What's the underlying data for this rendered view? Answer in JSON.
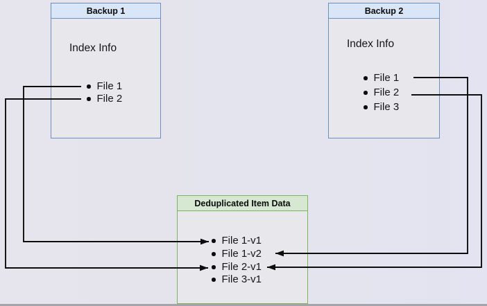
{
  "diagram": {
    "nodes": [
      {
        "title": "Backup 1",
        "section_label": "Index Info",
        "items": [
          "File 1",
          "File 2"
        ],
        "header_fill": "#d9e6f8",
        "border_color": "#6e8ebe"
      },
      {
        "title": "Backup 2",
        "section_label": "Index Info",
        "items": [
          "File 1",
          "File 2",
          "File 3"
        ],
        "header_fill": "#d9e6f8",
        "border_color": "#6e8ebe"
      },
      {
        "title": "Deduplicated Item Data",
        "items": [
          "File 1-v1",
          "File 1-v2",
          "File 2-v1",
          "File 3-v1"
        ],
        "header_fill": "#d6e8d2",
        "border_color": "#7fb35f"
      }
    ],
    "connections": [
      {
        "from": "Backup 1 / File 1",
        "to": "File 1-v1"
      },
      {
        "from": "Backup 1 / File 2",
        "to": "File 2-v1"
      },
      {
        "from": "Backup 2 / File 1",
        "to": "File 1-v2"
      },
      {
        "from": "Backup 2 / File 2",
        "to": "File 2-v1"
      }
    ],
    "colors": {
      "wire": "#0d0d0d",
      "background": "#e4e4ee",
      "node_body": "#e8e7ec"
    }
  }
}
